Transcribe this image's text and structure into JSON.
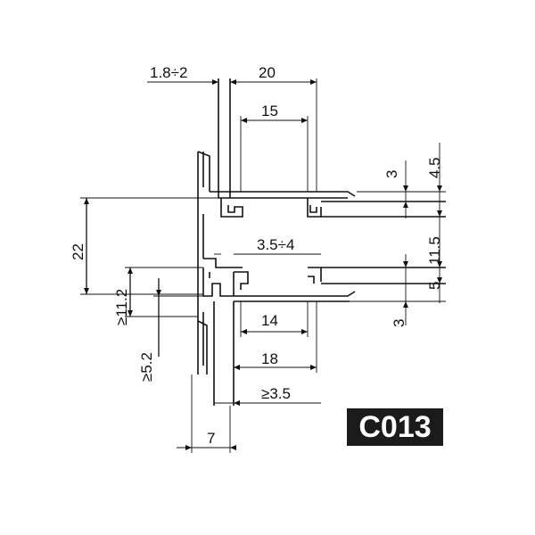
{
  "drawing": {
    "dimensions": {
      "d_1_8_2": "1.8÷2",
      "d_20": "20",
      "d_15": "15",
      "d_3_top": "3",
      "d_4_5": "4.5",
      "d_22": "22",
      "d_3_5_4": "3.5÷4",
      "d_11_5": "11.5",
      "d_11_2": "≥11.2",
      "d_5": "5",
      "d_3_bot": "3",
      "d_14": "14",
      "d_5_2": "≥5.2",
      "d_18": "18",
      "d_3_5": "≥3.5",
      "d_7": "7"
    }
  },
  "badge": {
    "code": "C013"
  }
}
